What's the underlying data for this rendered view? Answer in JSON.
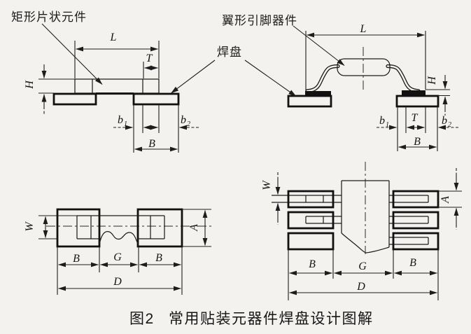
{
  "page": {
    "background_color": "#f4f2ef",
    "line_color": "#1d1d1d"
  },
  "annotations": {
    "rect_chip_component": "矩形片状元件",
    "gull_wing_component": "翼形引脚器件",
    "solder_pad": "焊盘"
  },
  "dimensions": {
    "L": "L",
    "T": "T",
    "H": "H",
    "B": "B",
    "W": "W",
    "A": "A",
    "G": "G",
    "D": "D",
    "b": "b",
    "sub_1": "1",
    "sub_2": "2"
  },
  "caption": {
    "figure_no": "图2",
    "title": "常用贴装元器件焊盘设计图解"
  }
}
